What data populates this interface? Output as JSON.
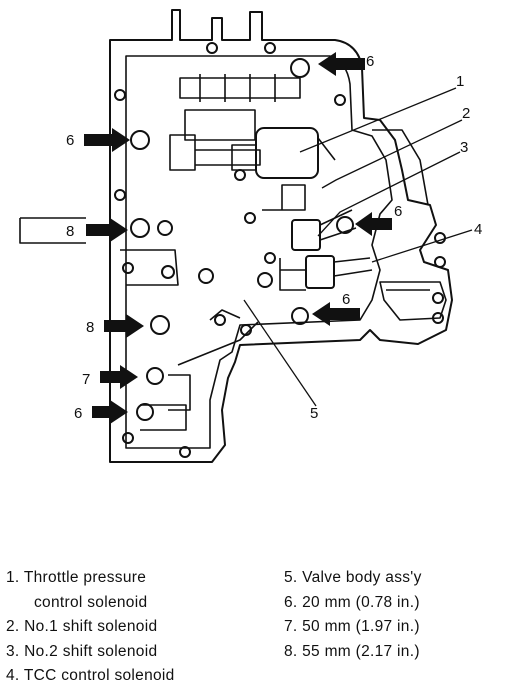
{
  "callouts": {
    "c1": "1",
    "c2": "2",
    "c3": "3",
    "c4": "4",
    "c5": "5",
    "c6a": "6",
    "c6b": "6",
    "c6c": "6",
    "c6d": "6",
    "c6e": "6",
    "c7": "7",
    "c8a": "8",
    "c8b": "8"
  },
  "legend": {
    "left": [
      {
        "num": "1.",
        "text": "Throttle pressure",
        "cont": "control solenoid"
      },
      {
        "num": "2.",
        "text": "No.1 shift solenoid"
      },
      {
        "num": "3.",
        "text": "No.2 shift solenoid"
      },
      {
        "num": "4.",
        "text": "TCC control solenoid"
      }
    ],
    "right": [
      {
        "num": "5.",
        "text": "Valve body ass'y"
      },
      {
        "num": "6.",
        "text": "20 mm (0.78 in.)"
      },
      {
        "num": "7.",
        "text": "50 mm (1.97 in.)"
      },
      {
        "num": "8.",
        "text": "55 mm (2.17 in.)"
      }
    ]
  }
}
